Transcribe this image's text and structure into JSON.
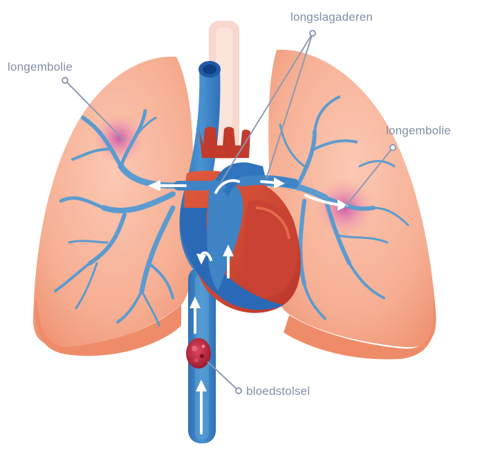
{
  "labels": {
    "embolism_left": "longembolie",
    "pulmonary_arteries": "longslagaderen",
    "embolism_right": "longembolie",
    "blood_clot": "bloedstolsel"
  },
  "colors": {
    "lung": "#f7b79e",
    "lung_shadow": "#f29a7c",
    "trachea": "#f7d3c8",
    "vein_blue": "#3f84c5",
    "vein_dark": "#1b4f9c",
    "artery_light": "#5f9fd3",
    "heart_red": "#d64a32",
    "heart_dark": "#a8302a",
    "embolism_purple": "#b04a9c",
    "clot": "#c2273d",
    "label_text": "#7f8fa8"
  },
  "icons": [
    "flow-arrow-icon",
    "blood-clot-icon",
    "embolism-spot-icon"
  ]
}
